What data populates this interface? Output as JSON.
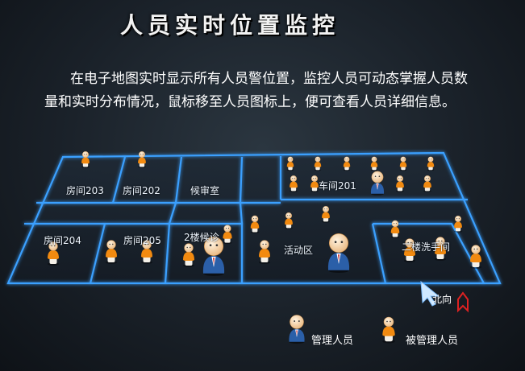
{
  "title": "人员实时位置监控",
  "description": {
    "line1": "在电子地图实时显示所有人员警位置，监控人员可动态掌握人员数",
    "line2": "量和实时分布情况，鼠标移至人员图标上，便可查看人员详细信息。"
  },
  "rooms": {
    "room203": "房间203",
    "room202": "房间202",
    "waiting": "候审室",
    "room201": "车间201",
    "room204": "房间204",
    "room205": "房间205",
    "floor2_wait": "2楼候诊",
    "activity": "活动区",
    "restroom": "二楼洗手间"
  },
  "compass": {
    "north": "北向"
  },
  "legend": {
    "manager": "管理人员",
    "managed": "被管理人员"
  },
  "colors": {
    "wall_glow": "#2f8fff",
    "managed_shirt": "#f28a10",
    "manager_suit": "#2b5fa8"
  }
}
